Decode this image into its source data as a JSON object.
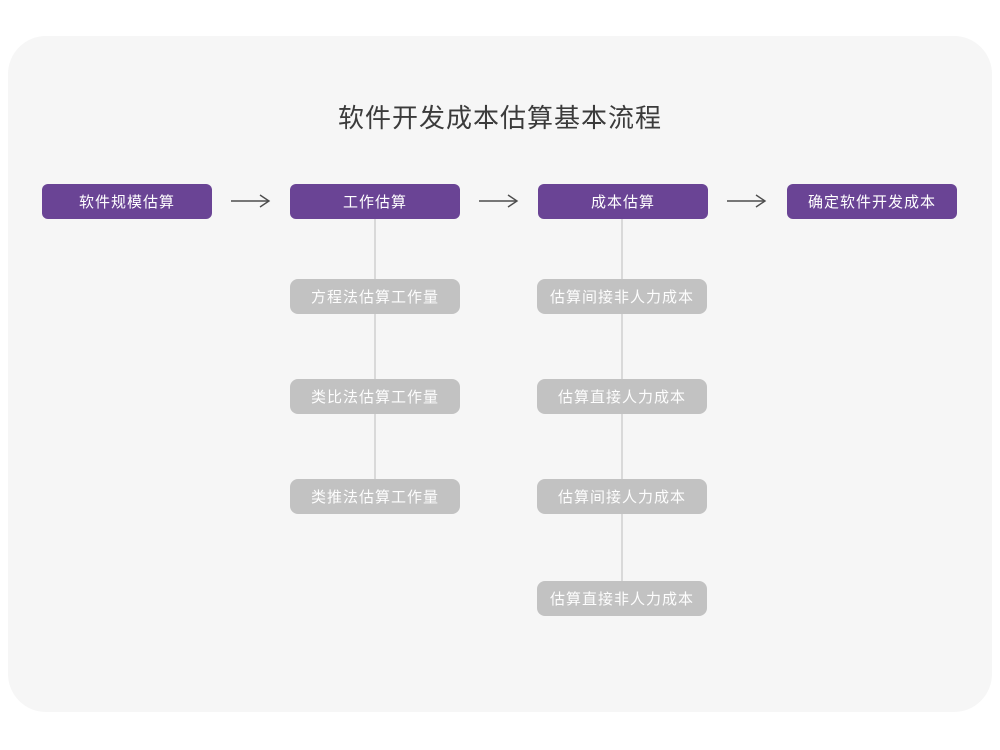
{
  "title": "软件开发成本估算基本流程",
  "colors": {
    "page_bg": "#ffffff",
    "card_bg": "#f6f6f6",
    "main_step_bg": "#6a4495",
    "sub_step_bg": "#c2c2c2",
    "box_text": "#ffffff",
    "title_text": "#3b3b3b",
    "arrow": "#4d4d4d",
    "connector_line": "#d9d9d9"
  },
  "flow": {
    "main_steps": [
      {
        "label": "软件规模估算"
      },
      {
        "label": "工作估算"
      },
      {
        "label": "成本估算"
      },
      {
        "label": "确定软件开发成本"
      }
    ],
    "work_methods": [
      "方程法估算工作量",
      "类比法估算工作量",
      "类推法估算工作量"
    ],
    "cost_items": [
      "估算间接非人力成本",
      "估算直接人力成本",
      "估算间接人力成本",
      "估算直接非人力成本"
    ]
  }
}
